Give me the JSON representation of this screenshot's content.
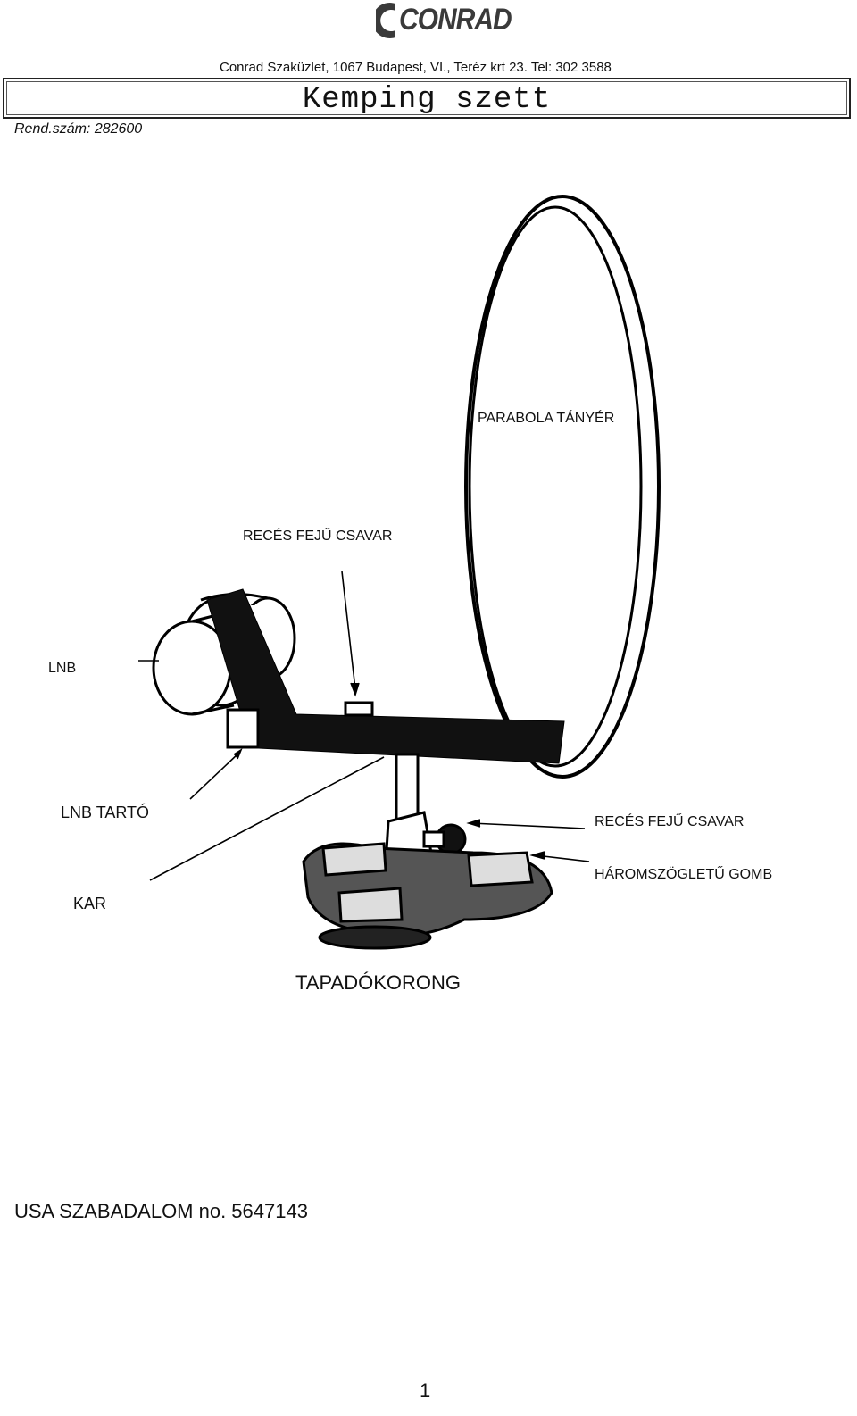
{
  "header": {
    "logo_text": "CONRAD",
    "store_line": "Conrad Szaküzlet,  1067 Budapest, VI., Teréz  krt 23. Tel: 302 3588",
    "title": "Kemping szett",
    "order_number": "Rend.szám: 282600"
  },
  "diagram": {
    "labels": {
      "dish": "PARABOLA TÁNYÉR",
      "knurled_screw_top": "RECÉS FEJŰ CSAVAR",
      "lnb": "LNB",
      "lnb_holder": "LNB TARTÓ",
      "knurled_screw_right": "RECÉS FEJŰ CSAVAR",
      "triangular_knob": "HÁROMSZÖGLETŰ GOMB",
      "arm": "KAR",
      "suction_cup": "TAPADÓKORONG"
    }
  },
  "footer": {
    "patent": "USA SZABADALOM no. 5647143",
    "page_number": "1"
  }
}
